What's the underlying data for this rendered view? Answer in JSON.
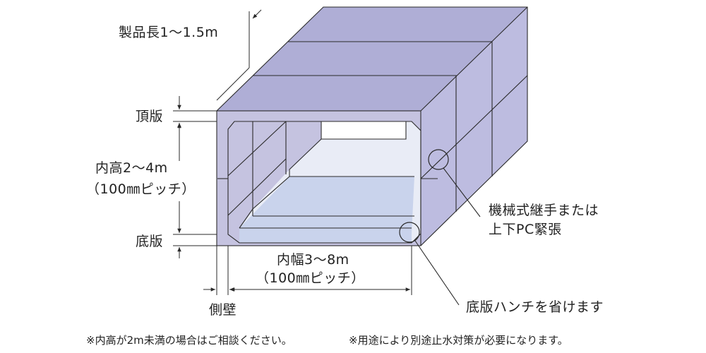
{
  "labels": {
    "product_length": "製品長1～1.5m",
    "top_slab": "頂版",
    "inner_height": "内高2～4m",
    "inner_height_pitch": "（100㎜ピッチ）",
    "bottom_slab": "底版",
    "side_wall": "側壁",
    "inner_width": "内幅3～8m",
    "inner_width_pitch": "（100㎜ピッチ）",
    "joint_line1": "機械式継手または",
    "joint_line2": "上下PC緊張",
    "haunch_omit": "底版ハンチを省けます"
  },
  "notes": {
    "note1": "※内高が2m未満の場合はご相談ください。",
    "note2": "※用途により別途止水対策が必要になります。"
  },
  "colors": {
    "box_front": "#c5c3e0",
    "box_top": "#afaed6",
    "box_side": "#bdbce0",
    "inner_back": "#e9ecf6",
    "inner_floor": "#c9d3ec",
    "line": "#2a2a2a"
  }
}
